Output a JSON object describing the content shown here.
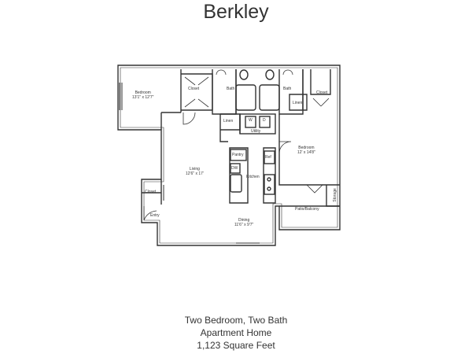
{
  "header": {
    "title": "Berkley"
  },
  "plan": {
    "rooms": {
      "bedroom_left": {
        "name": "Bedroom",
        "size": "13'1\" x 12'7\""
      },
      "bedroom_right": {
        "name": "Bedroom",
        "size": "12' x 14'8\""
      },
      "living": {
        "name": "Living",
        "size": "12'6\" x 17'"
      },
      "dining": {
        "name": "Dining",
        "size": "11'6\" x 9'7\""
      },
      "kitchen": "Kitchen",
      "closet_left": "Closet",
      "closet_right": "Closet",
      "closet_entry": "Closet",
      "bath_left": "Bath",
      "bath_right": "Bath",
      "linen_left": "Linen",
      "linen_right": "Linen",
      "utility": "Utility",
      "washer": "W",
      "dryer": "D",
      "pantry": "Pantry",
      "dishwasher": "DW",
      "refrigerator": "Ref",
      "storage": "Storage",
      "patio": "Patio/Balcony",
      "entry": "Entry"
    }
  },
  "footer": {
    "line1": "Two Bedroom, Two Bath",
    "line2": "Apartment Home",
    "line3": "1,123 Square Feet"
  }
}
